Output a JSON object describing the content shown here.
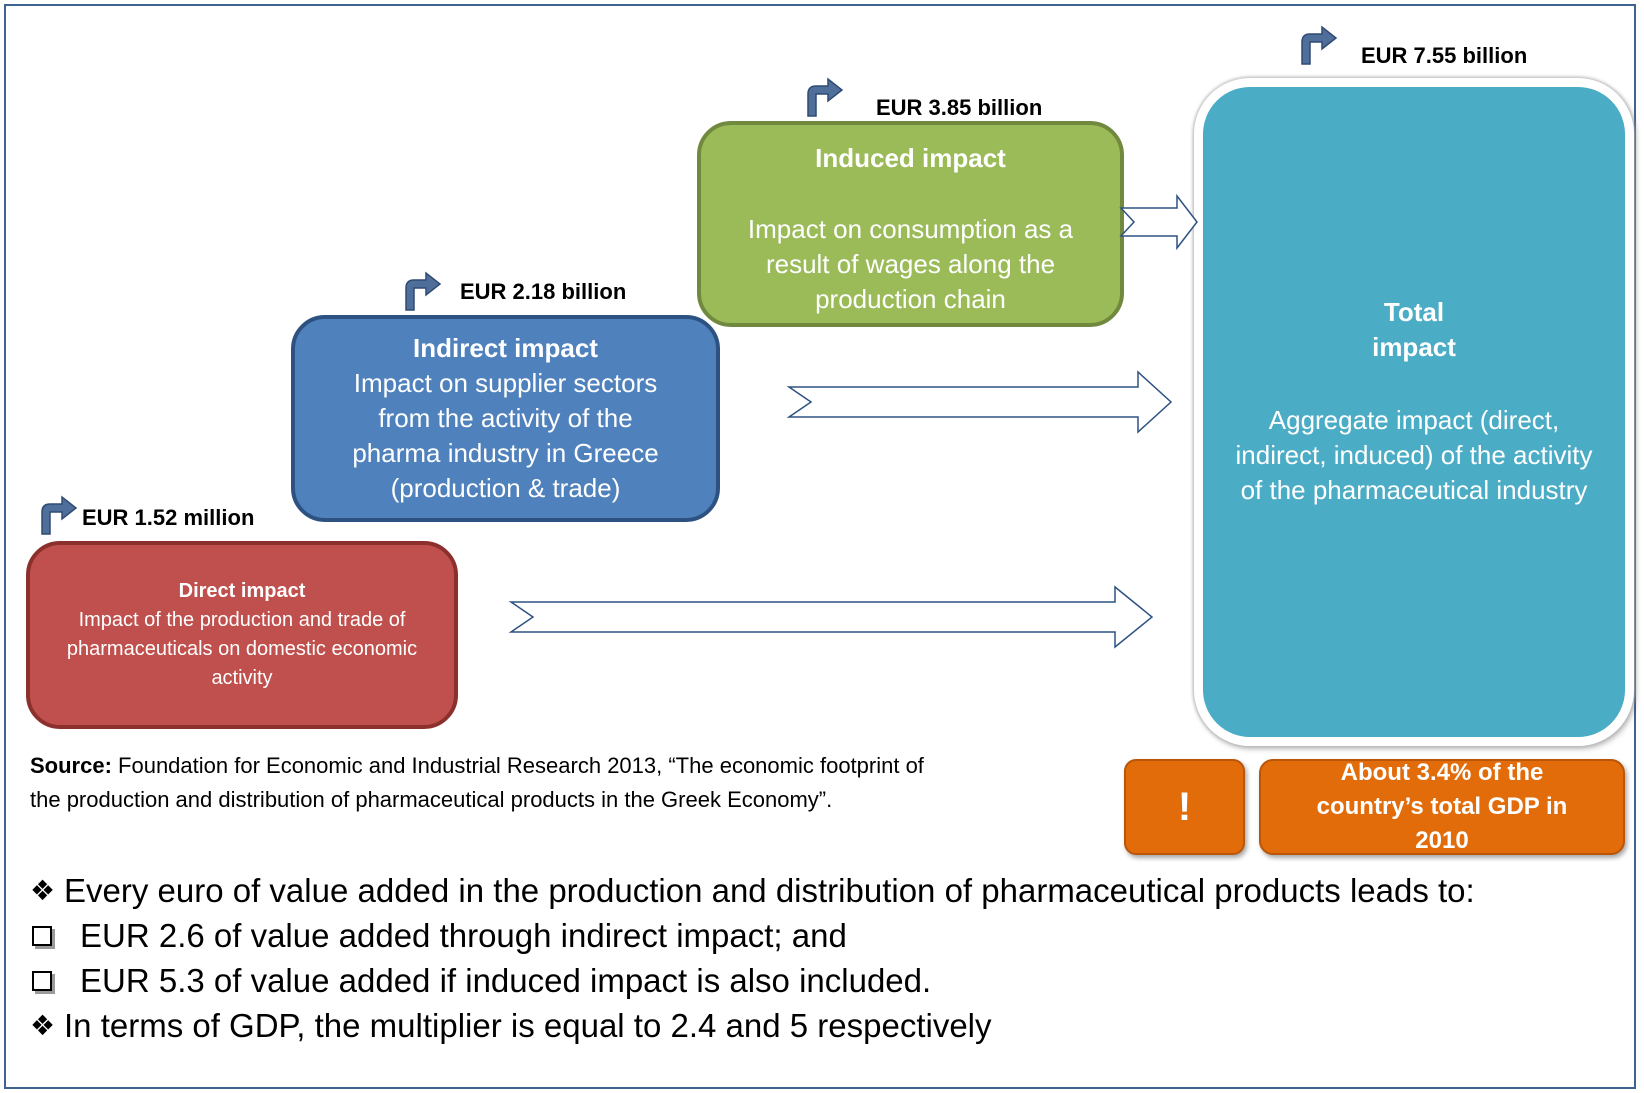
{
  "values": {
    "direct": "EUR 1.52 million",
    "indirect": "EUR 2.18 billion",
    "induced": "EUR 3.85 billion",
    "total": "EUR 7.55 billion"
  },
  "boxes": {
    "direct": {
      "title": "Direct impact",
      "desc": "Impact of the production and trade of pharmaceuticals on domestic economic activity"
    },
    "indirect": {
      "title": "Indirect impact",
      "desc": "Impact on supplier sectors from the activity of the pharma industry in Greece (production & trade)"
    },
    "induced": {
      "title": "Induced impact",
      "desc": "Impact on consumption as a result of wages along the production chain"
    },
    "total": {
      "title": "Total impact",
      "desc": "Aggregate impact (direct, indirect, induced) of the activity of the pharmaceutical industry"
    }
  },
  "source": {
    "label": "Source:",
    "text": " Foundation for Economic and Industrial Research 2013, “The economic footprint of the production and distribution of pharmaceutical products in the Greek Economy”."
  },
  "callout": {
    "icon": "!",
    "text": "About 3.4% of the country’s total GDP in 2010"
  },
  "bullets": [
    {
      "marker": "diamond-bullet",
      "text": "Every  euro of value added in the production and distribution of pharmaceutical products leads to:"
    },
    {
      "marker": "square-bullet",
      "text": "EUR 2.6 of value added through indirect impact; and"
    },
    {
      "marker": "square-bullet",
      "text": "EUR 5.3 of value added if induced impact is also included."
    },
    {
      "marker": "diamond-bullet",
      "text": "In terms of GDP, the multiplier is equal to 2.4 and 5 respectively"
    }
  ],
  "colors": {
    "frame": "#3f6391",
    "direct": "#c0504d",
    "indirect": "#4f81bd",
    "induced": "#9bbb59",
    "total": "#4bacc6",
    "callout": "#e36c0a",
    "turn_icon": "#4f6f9a"
  }
}
